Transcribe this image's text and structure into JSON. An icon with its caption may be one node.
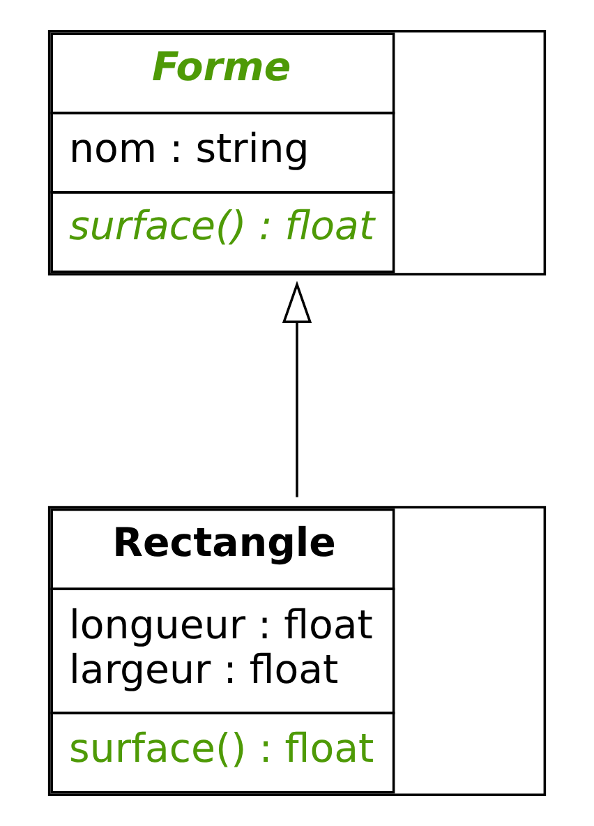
{
  "diagram": {
    "nodes": [
      {
        "text": [
          "Forme",
          "nom : string",
          "surface() : float"
        ]
      },
      {
        "text": [
          "Rectangle",
          "longueur : float",
          "largeur : float",
          "surface() : float"
        ]
      }
    ],
    "edges": [
      {
        "from": 1,
        "to": 0,
        "arrow": "to"
      }
    ]
  }
}
